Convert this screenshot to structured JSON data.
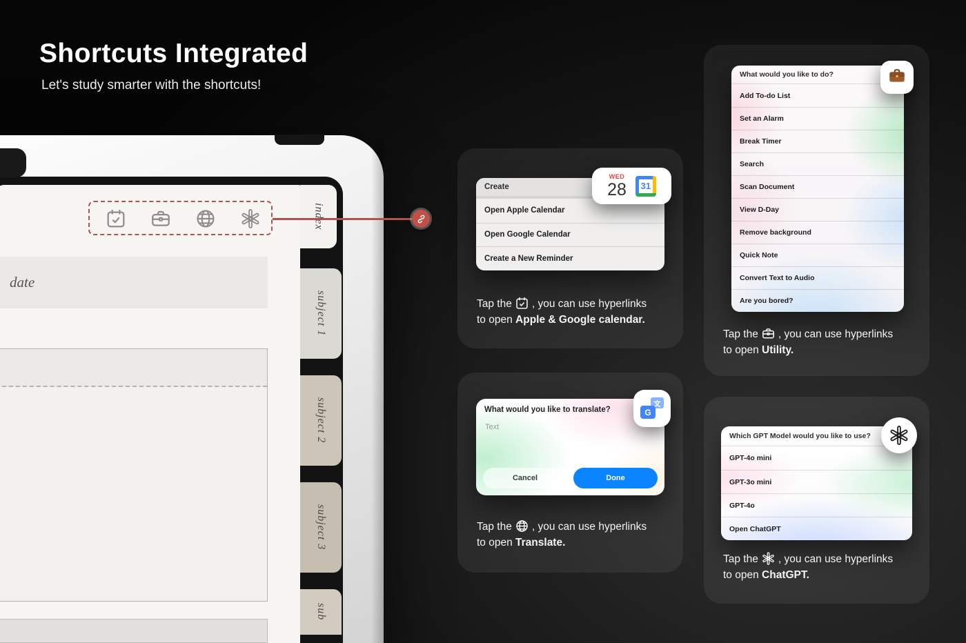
{
  "page": {
    "title": "Shortcuts Integrated",
    "subtitle": "Let's study smarter with the shortcuts!"
  },
  "planner": {
    "tabs": [
      "index",
      "subject 1",
      "subject 2",
      "subject 3",
      "sub"
    ],
    "date_label": "date",
    "toolbar_icons": [
      "calendar-icon",
      "utility-briefcase-icon",
      "translate-globe-icon",
      "chatgpt-icon"
    ]
  },
  "calendar_card": {
    "menu": {
      "header": "Create",
      "items": [
        "Open Apple Calendar",
        "Open Google Calendar",
        "Create a New Reminder"
      ]
    },
    "widget": {
      "weekday": "WED",
      "day": "28",
      "google_day": "31"
    },
    "caption": {
      "line1_prefix": "Tap the",
      "line1_suffix": ", you can use hyperlinks",
      "line2_prefix": "to open",
      "line2_bold": "Apple & Google calendar."
    }
  },
  "translate_card": {
    "dialog": {
      "title": "What would you like to translate?",
      "placeholder": "Text",
      "cancel": "Cancel",
      "done": "Done"
    },
    "badge": {
      "g": "G",
      "char": "文"
    },
    "caption": {
      "line1_prefix": "Tap the",
      "line1_suffix": ", you can use hyperlinks",
      "line2_prefix": "to open",
      "line2_bold": "Translate."
    }
  },
  "utility_card": {
    "menu": {
      "header": "What would you like to do?",
      "items": [
        "Add To-do List",
        "Set an Alarm",
        "Break Timer",
        "Search",
        "Scan Document",
        "View D-Day",
        "Remove background",
        "Quick Note",
        "Convert Text to Audio",
        "Are you bored?"
      ]
    },
    "caption": {
      "line1_prefix": "Tap the",
      "line1_suffix": ", you can use hyperlinks",
      "line2_prefix": "to open",
      "line2_bold": "Utility."
    }
  },
  "gpt_card": {
    "menu": {
      "header": "Which GPT Model would you like to use?",
      "items": [
        "GPT-4o mini",
        "GPT-3o mini",
        "GPT-4o",
        "Open ChatGPT"
      ]
    },
    "caption": {
      "line1_prefix": "Tap the",
      "line1_suffix": ", you can use hyperlinks",
      "line2_prefix": "to open",
      "line2_bold": "ChatGPT."
    }
  },
  "colors": {
    "accent_red": "#b0524d",
    "ios_blue": "#0a84ff",
    "google_blue": "#4285F4",
    "google_green": "#34A853",
    "google_yellow": "#FBBC04"
  }
}
